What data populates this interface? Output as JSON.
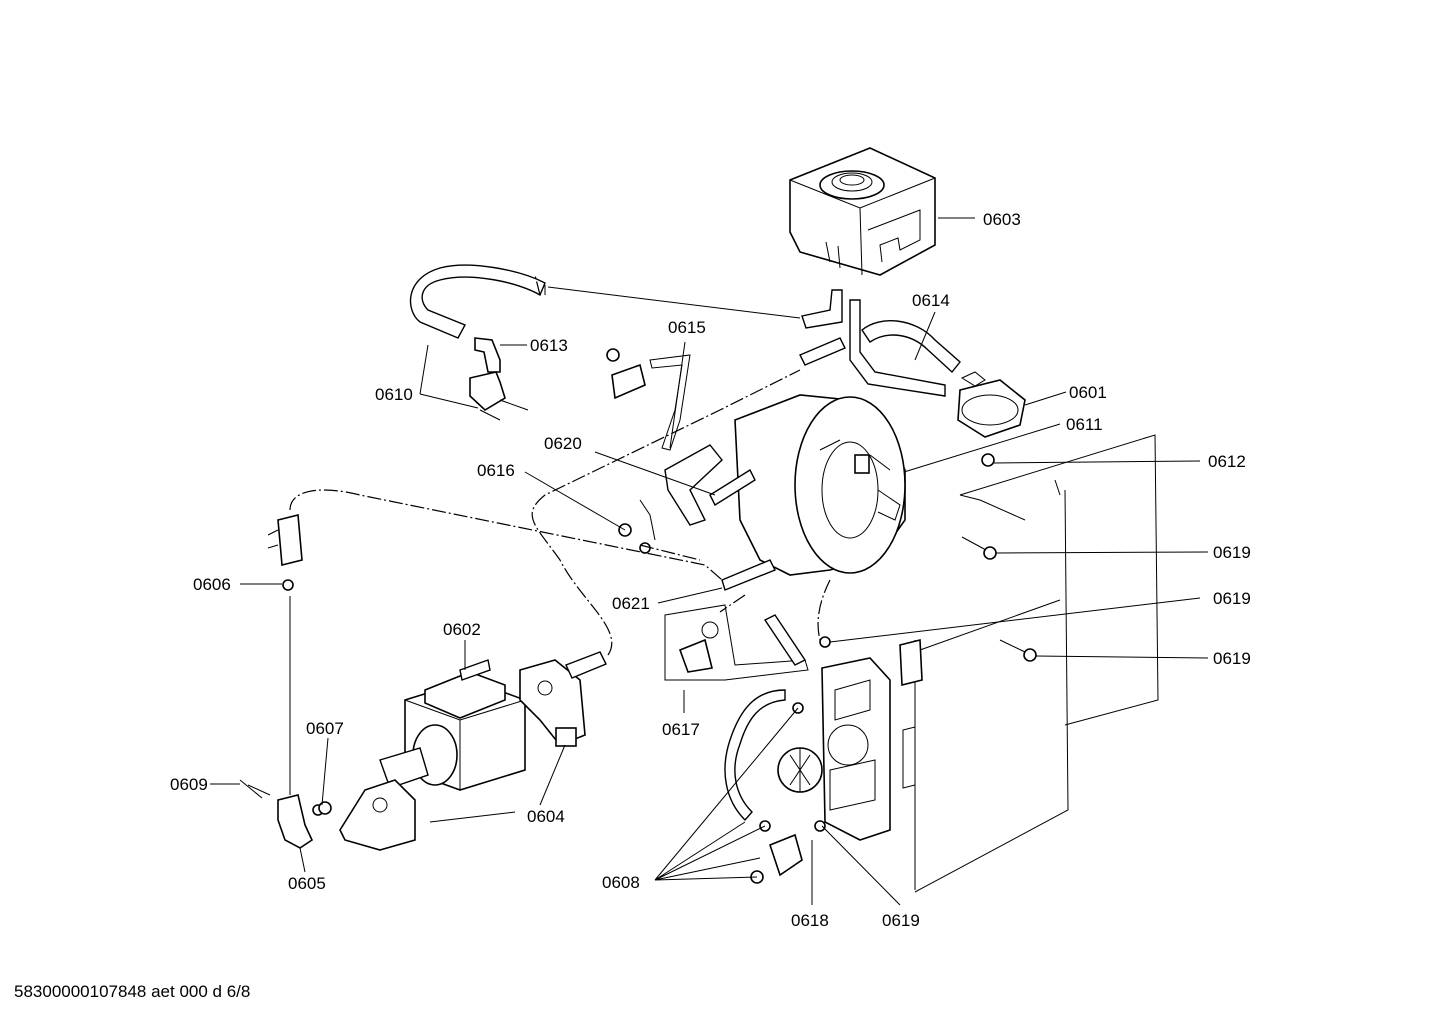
{
  "diagram": {
    "labels": {
      "p0603": "0603",
      "p0614": "0614",
      "p0613": "0613",
      "p0615": "0615",
      "p0601": "0601",
      "p0610": "0610",
      "p0611": "0611",
      "p0620": "0620",
      "p0612": "0612",
      "p0616": "0616",
      "p0619a": "0619",
      "p0606": "0606",
      "p0621": "0621",
      "p0619b": "0619",
      "p0602": "0602",
      "p0619c": "0619",
      "p0617": "0617",
      "p0607": "0607",
      "p0609": "0609",
      "p0604": "0604",
      "p0605": "0605",
      "p0608": "0608",
      "p0618": "0618",
      "p0619d": "0619"
    }
  },
  "footer": {
    "text": "58300000107848 aet 000 d 6/8"
  }
}
